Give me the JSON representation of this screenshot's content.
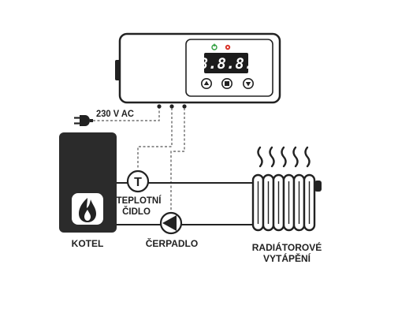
{
  "controller": {
    "display_value": "8.8.8.",
    "power_led_color": "#2e9e3e",
    "alarm_led_color": "#d9352b",
    "buttons": [
      {
        "icon": "arrow-up-icon"
      },
      {
        "icon": "stop-square-icon"
      },
      {
        "icon": "arrow-down-icon"
      }
    ]
  },
  "supply": {
    "label": "230 V AC",
    "icon": "power-plug-icon"
  },
  "boiler": {
    "label": "KOTEL",
    "icon": "flame-icon"
  },
  "sensor": {
    "symbol": "T",
    "label_line1": "TEPLOTNÍ",
    "label_line2": "ČIDLO"
  },
  "pump": {
    "label": "ČERPADLO",
    "icon": "pump-arrow-icon"
  },
  "radiator": {
    "label_line1": "RADIÁTOROVÉ",
    "label_line2": "VYTÁPĚNÍ",
    "icon": "heat-waves-icon"
  },
  "colors": {
    "ink": "#222222",
    "boiler_body": "#2b2b2b",
    "dashed_wire": "#555555"
  }
}
